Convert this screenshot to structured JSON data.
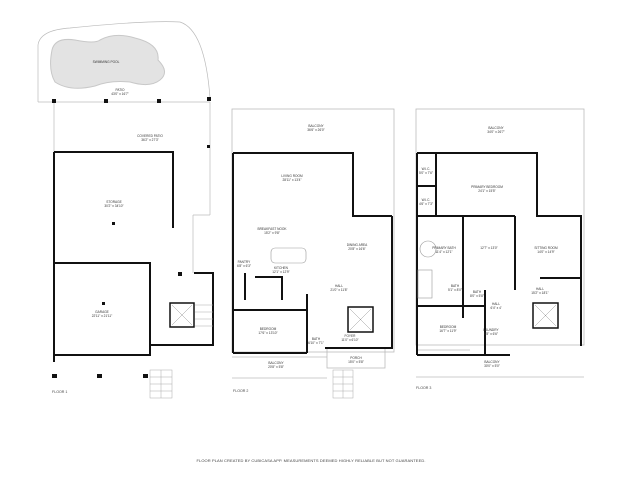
{
  "floors": [
    {
      "name": "FLOOR 1",
      "rooms": [
        {
          "name": "SWIMMING POOL",
          "dims": ""
        },
        {
          "name": "PATIO",
          "dims": "43'0\" x 16'7\""
        },
        {
          "name": "COVERED PATIO",
          "dims": "36'2\" x 27'3\""
        },
        {
          "name": "STORAGE",
          "dims": "30'2\" x 34'10\""
        },
        {
          "name": "GARAGE",
          "dims": "22'11\" x 21'11\""
        }
      ]
    },
    {
      "name": "FLOOR 2",
      "rooms": [
        {
          "name": "BALCONY",
          "dims": "36'6\" x 26'0\""
        },
        {
          "name": "LIVING ROOM",
          "dims": "28'11\" x 13'4\""
        },
        {
          "name": "BREAKFAST NOOK",
          "dims": "15'2\" x 9'8\""
        },
        {
          "name": "DINING AREA",
          "dims": "20'8\" x 16'6\""
        },
        {
          "name": "PANTRY",
          "dims": "6'8\" x 6'3\""
        },
        {
          "name": "KITCHEN",
          "dims": "12'1\" x 12'9\""
        },
        {
          "name": "HALL",
          "dims": "21'0\" x 11'8\""
        },
        {
          "name": "BEDROOM",
          "dims": "17'6\" x 13'10\""
        },
        {
          "name": "BATH",
          "dims": "6'10\" x 7'1\""
        },
        {
          "name": "FOYER",
          "dims": "11'0\" x 6'10\""
        },
        {
          "name": "BALCONY",
          "dims": "20'8\" x 5'8\""
        },
        {
          "name": "PORCH",
          "dims": "15'0\" x 5'8\""
        }
      ]
    },
    {
      "name": "FLOOR 3",
      "rooms": [
        {
          "name": "BALCONY",
          "dims": "34'0\" x 26'7\""
        },
        {
          "name": "W.I.C.",
          "dims": "5'0\" x 7'6\""
        },
        {
          "name": "W.I.C.",
          "dims": "4'6\" x 7'3\""
        },
        {
          "name": "PRIMARY BEDROOM",
          "dims": "24'1\" x 15'5\""
        },
        {
          "name": "PRIMARY BATH",
          "dims": "11'4\" x 12'1\""
        },
        {
          "name": "",
          "dims": "12'7\" x 13'0\""
        },
        {
          "name": "SITTING ROOM",
          "dims": "14'0\" x 14'9\""
        },
        {
          "name": "BATH",
          "dims": "5'1\" x 8'0\""
        },
        {
          "name": "BATH",
          "dims": "8'0\" x 5'8\""
        },
        {
          "name": "HALL",
          "dims": "6'4\" x 4'"
        },
        {
          "name": "HALL",
          "dims": "15'2\" x 18'1\""
        },
        {
          "name": "BEDROOM",
          "dims": "16'7\" x 11'9\""
        },
        {
          "name": "LAUNDRY",
          "dims": "5'8\" x 6'6\""
        },
        {
          "name": "BALCONY",
          "dims": "30'0\" x 5'0\""
        }
      ]
    }
  ],
  "footer": "FLOOR PLAN CREATED BY CUBICASA APP. MEASUREMENTS DEEMED HIGHLY RELIABLE BUT NOT GUARANTEED."
}
